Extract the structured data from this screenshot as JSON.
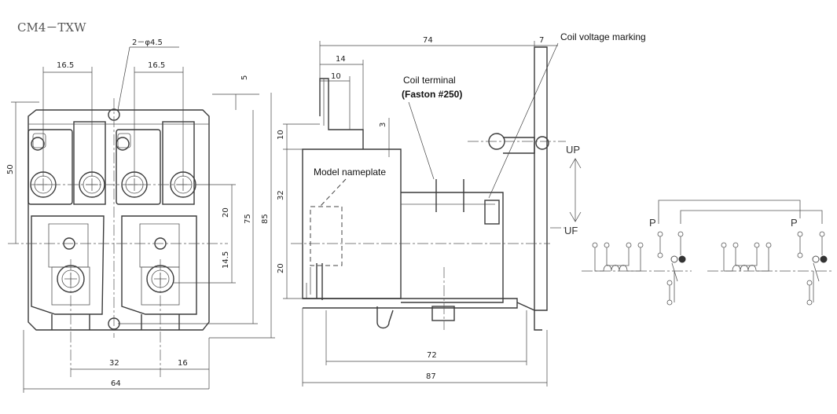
{
  "title": "CM4－TXW",
  "front_view": {
    "hole_callout": "2－φ4.5",
    "dims": {
      "w_top_left": "16.5",
      "w_top_right": "16.5",
      "h_left": "50",
      "top_gap": "5",
      "h_20": "20",
      "h_14_5": "14.5",
      "h_75": "75",
      "h_85": "85",
      "w_32": "32",
      "w_16": "16",
      "w_64": "64"
    }
  },
  "side_view": {
    "dims": {
      "w_74": "74",
      "w_7": "7",
      "w_14": "14",
      "w_10": "10",
      "h_3": "3",
      "h_10": "10",
      "h_32": "32",
      "h_20": "20",
      "w_72": "72",
      "w_87": "87"
    },
    "labels": {
      "coil_voltage_marking": "Coil voltage marking",
      "coil_terminal": "Coil terminal",
      "faston": "(Faston #250)",
      "model_nameplate": "Model nameplate",
      "up": "UP",
      "uf": "UF"
    }
  },
  "circuit": {
    "p_left": "P",
    "p_right": "P"
  }
}
